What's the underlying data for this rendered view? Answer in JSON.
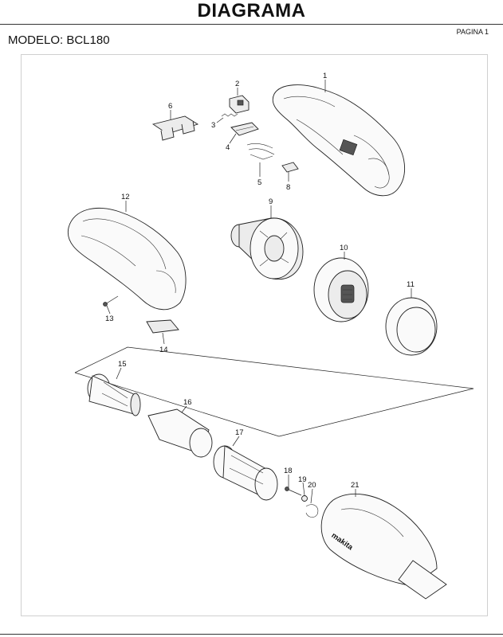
{
  "header": {
    "title": "DIAGRAMA",
    "page_label": "PAGINA 1",
    "model_label": "MODELO: BCL180"
  },
  "parts": [
    {
      "num": "1"
    },
    {
      "num": "2"
    },
    {
      "num": "3"
    },
    {
      "num": "4"
    },
    {
      "num": "5"
    },
    {
      "num": "6"
    },
    {
      "num": "8"
    },
    {
      "num": "9"
    },
    {
      "num": "10"
    },
    {
      "num": "11"
    },
    {
      "num": "12"
    },
    {
      "num": "13"
    },
    {
      "num": "14"
    },
    {
      "num": "15"
    },
    {
      "num": "16"
    },
    {
      "num": "17"
    },
    {
      "num": "18"
    },
    {
      "num": "19"
    },
    {
      "num": "20"
    },
    {
      "num": "21"
    }
  ],
  "logo_text": "makita"
}
